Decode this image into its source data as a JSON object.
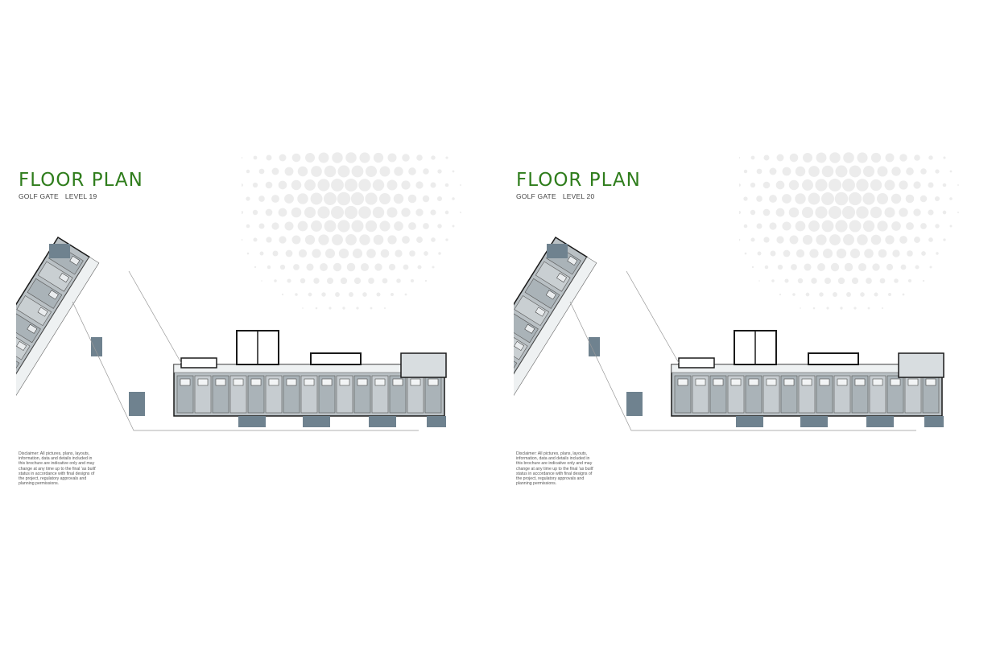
{
  "pages": [
    {
      "title": "FLOOR PLAN",
      "project": "GOLF GATE",
      "level": "LEVEL 19",
      "disclaimer": "Disclaimer: All pictures, plans, layouts, information, data and details included in this brochure are indicative only and may change at any time up to the final 'as built' status in accordance with final designs of the project, regulatory approvals and planning permissions."
    },
    {
      "title": "FLOOR PLAN",
      "project": "GOLF GATE",
      "level": "LEVEL 20",
      "disclaimer": "Disclaimer: All pictures, plans, layouts, information, data and details included in this brochure are indicative only and may change at any time up to the final 'as built' status in accordance with final designs of the project, regulatory approvals and planning permissions."
    }
  ],
  "colors": {
    "title_green": "#2f7d1c",
    "unit_grey": "#b9c0c4",
    "balcony_blue": "#6f828f",
    "wall": "#1a1a1a"
  },
  "icons": [
    "golf-ball-pattern",
    "floor-plan-drawing"
  ]
}
